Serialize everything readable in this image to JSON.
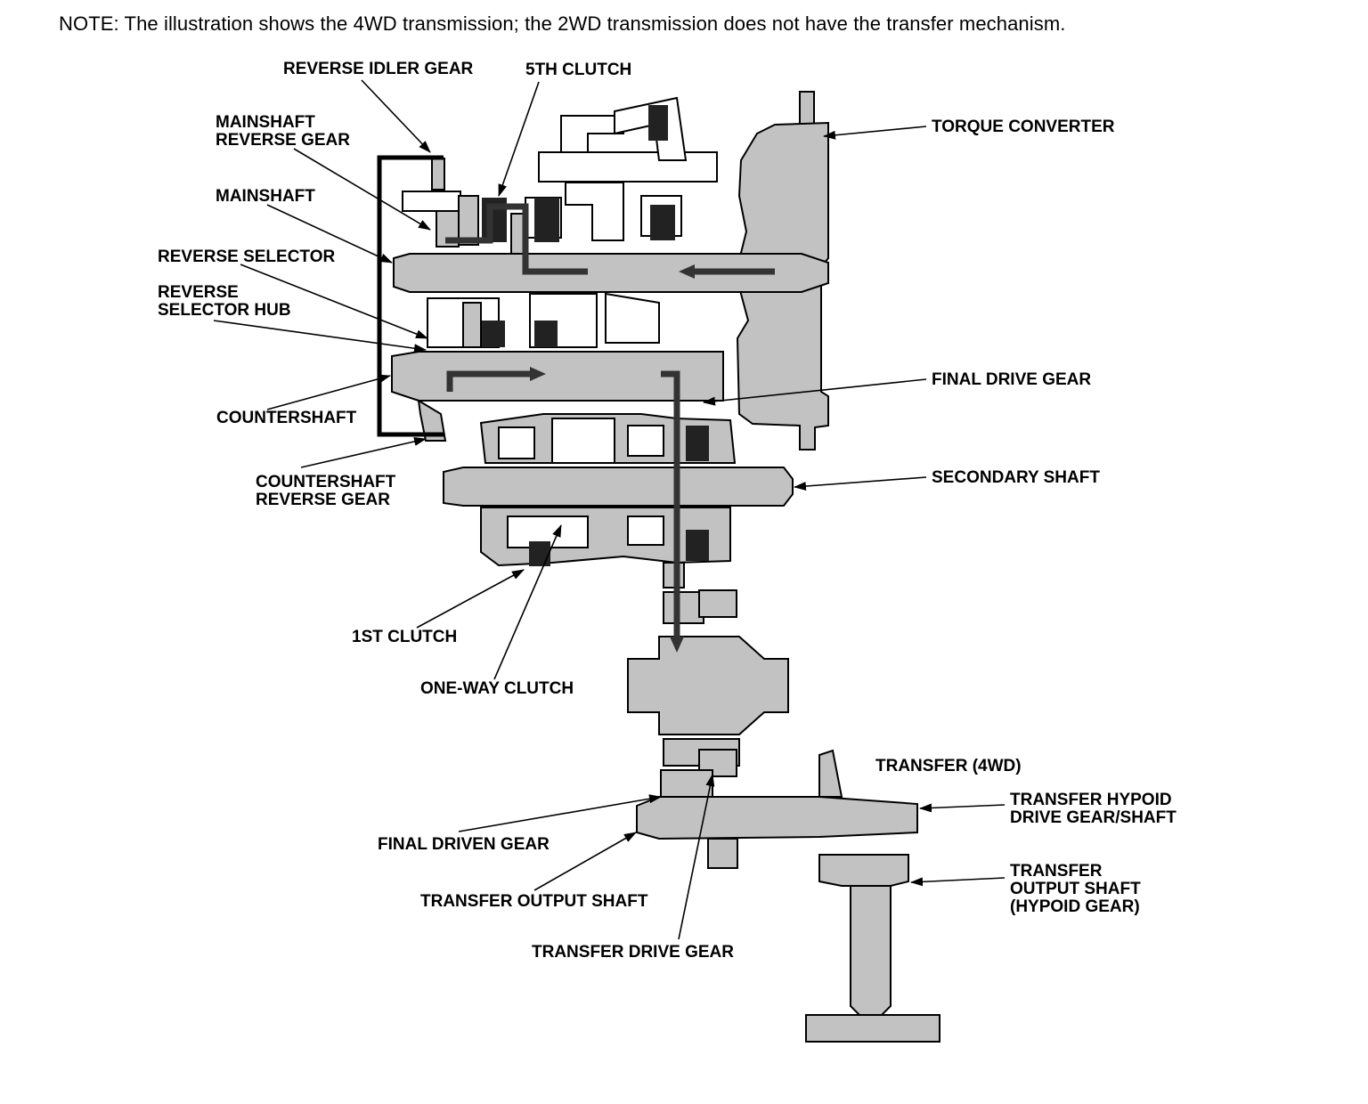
{
  "note": "NOTE: The illustration shows the 4WD transmission; the 2WD transmission does not have the transfer mechanism.",
  "labels": {
    "reverse_idler_gear": "REVERSE IDLER GEAR",
    "fifth_clutch": "5TH CLUTCH",
    "mainshaft_reverse_gear_1": "MAINSHAFT",
    "mainshaft_reverse_gear_2": "REVERSE GEAR",
    "mainshaft": "MAINSHAFT",
    "reverse_selector": "REVERSE SELECTOR",
    "reverse_selector_hub_1": "REVERSE",
    "reverse_selector_hub_2": "SELECTOR HUB",
    "countershaft": "COUNTERSHAFT",
    "countershaft_reverse_gear_1": "COUNTERSHAFT",
    "countershaft_reverse_gear_2": "REVERSE GEAR",
    "first_clutch": "1ST CLUTCH",
    "one_way_clutch": "ONE-WAY CLUTCH",
    "torque_converter": "TORQUE CONVERTER",
    "final_drive_gear": "FINAL DRIVE GEAR",
    "secondary_shaft": "SECONDARY SHAFT",
    "transfer_4wd": "TRANSFER (4WD)",
    "transfer_hypoid_drive_gear_1": "TRANSFER HYPOID",
    "transfer_hypoid_drive_gear_2": "DRIVE GEAR/SHAFT",
    "transfer_output_shaft_hypoid_1": "TRANSFER",
    "transfer_output_shaft_hypoid_2": "OUTPUT SHAFT",
    "transfer_output_shaft_hypoid_3": "(HYPOID GEAR)",
    "final_driven_gear": "FINAL DRIVEN GEAR",
    "transfer_output_shaft": "TRANSFER OUTPUT SHAFT",
    "transfer_drive_gear": "TRANSFER DRIVE GEAR"
  },
  "colors": {
    "part_fill": "#c2c2c2",
    "part_dark": "#8a8a8a",
    "flow_arrow": "#333333"
  }
}
